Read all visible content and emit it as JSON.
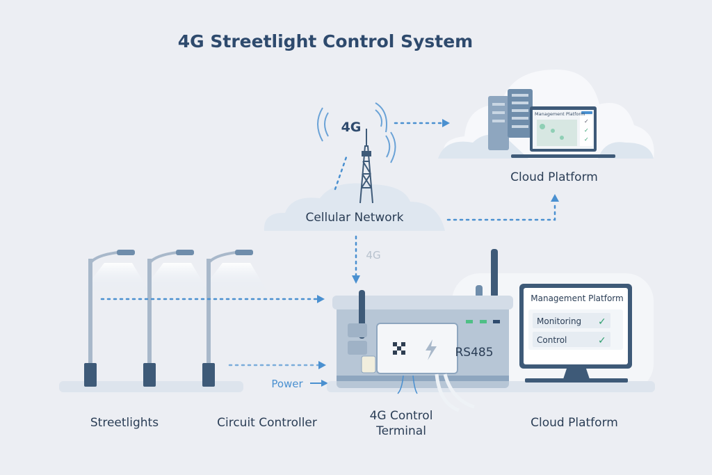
{
  "title": "4G Streetlight Control System",
  "network": {
    "tower_label": "4G",
    "cloud_label": "Cellular Network",
    "link_label": "4G"
  },
  "cloud_top": {
    "screen_title": "Management Platform",
    "label": "Cloud Platform"
  },
  "device": {
    "port_label": "RS485",
    "power_label": "Power"
  },
  "monitor": {
    "title": "Management Platform",
    "items": [
      {
        "label": "Monitoring",
        "status": "check"
      },
      {
        "label": "Control",
        "status": "check"
      }
    ]
  },
  "bottom_labels": {
    "streetlights": "Streetlights",
    "circuit_controller": "Circuit Controller",
    "terminal_line1": "4G Control",
    "terminal_line2": "Terminal",
    "cloud_platform": "Cloud Platform"
  },
  "colors": {
    "accent": "#4a90d0",
    "title": "#2e4a6d",
    "check": "#2e9e6e"
  }
}
